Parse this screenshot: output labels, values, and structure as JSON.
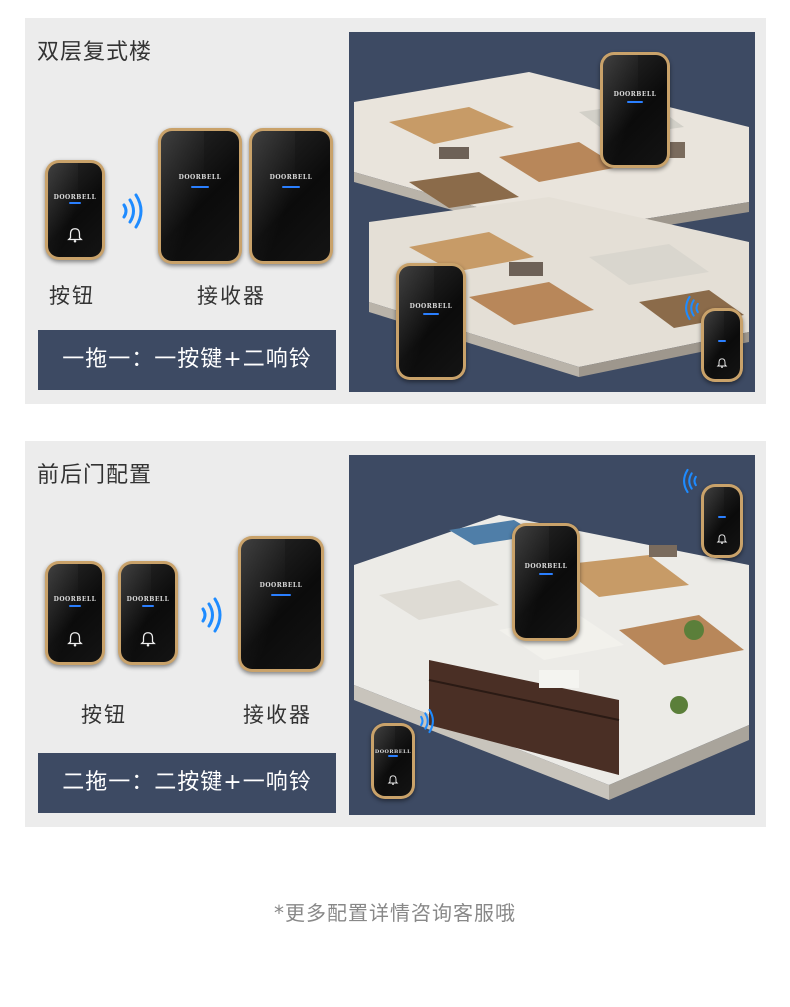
{
  "panels": [
    {
      "title": "双层复式楼",
      "button_label": "按钮",
      "receiver_label": "接收器",
      "banner": "一拖一：一按键+二响铃"
    },
    {
      "title": "前后门配置",
      "button_label": "按钮",
      "receiver_label": "接收器",
      "banner": "二拖一：二按键+一响铃"
    }
  ],
  "device_brand": "DOORBELL",
  "footer_note": "*更多配置详情咨询客服哦",
  "colors": {
    "banner": "#3d4a63",
    "panel": "#ececec",
    "gold": "#c9a26a",
    "wave": "#1e8bff"
  },
  "icons": {
    "bell": "bell-icon",
    "signal": "wifi-signal-icon"
  }
}
